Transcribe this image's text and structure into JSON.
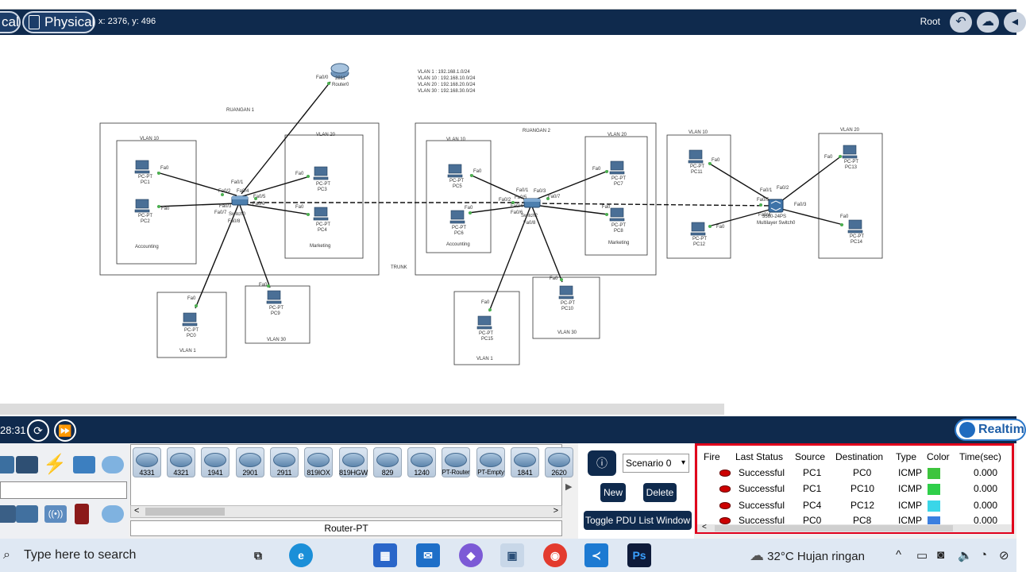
{
  "topbar": {
    "logical_tab": "cal",
    "physical_tab": "Physical",
    "coords": "x: 2376, y: 496",
    "root": "Root"
  },
  "network": {
    "vlan_note": [
      "VLAN 1 : 192.168.1.0/24",
      "VLAN 10 : 192.168.10.0/24",
      "VLAN 20 : 192.168.20.0/24",
      "VLAN 30 : 192.168.30.0/24"
    ],
    "rooms": [
      "RUANGAN 1",
      "RUANGAN 2"
    ],
    "trunk": "TRUNK",
    "router": {
      "name": "2811",
      "sub": "Router0",
      "port": "Fa0/0"
    },
    "labels": {
      "vlan10": "VLAN 10",
      "vlan20": "VLAN 20",
      "vlan1": "VLAN 1",
      "vlan30": "VLAN 30",
      "accounting": "Accounting",
      "marketing": "Marketing",
      "pcpt": "PC-PT",
      "fa0": "Fa0",
      "switch0": "Switch0",
      "switch2": "Switch2",
      "msw_type": "3560-24PS",
      "msw_name": "Multilayer Switch0"
    },
    "pcs": {
      "pc1": "PC1",
      "pc2": "PC2",
      "pc3": "PC3",
      "pc4": "PC4",
      "pc0": "PC0",
      "pc9": "PC9",
      "pc5": "PC5",
      "pc6": "PC6",
      "pc7": "PC7",
      "pc8": "PC8",
      "pc10": "PC10",
      "pc11": "PC11",
      "pc12": "PC12",
      "pc13": "PC13",
      "pc14": "PC14",
      "pc15": "PC15"
    },
    "ports": {
      "s0": [
        "Fa0/2",
        "Fa0/3",
        "Fa0/4",
        "Fa0/5",
        "Fa0/6",
        "Fa0/7",
        "Fa0/8",
        "Fa0/1"
      ],
      "s2": [
        "Fa0/1",
        "Fa0/2",
        "Fa0/3",
        "Fa0/5",
        "Fa0/6",
        "Fa0/7",
        "Fa0/8",
        "Fa0/4"
      ],
      "msw": [
        "Fa0/1",
        "Fa0/2",
        "Fa0/3",
        "Fa0/4",
        "Fa0/5"
      ]
    }
  },
  "timebar": {
    "time": "28:31",
    "realtime": "Realtim"
  },
  "devices": {
    "models": [
      "4331",
      "4321",
      "1941",
      "2901",
      "2911",
      "819IOX",
      "819HGW",
      "829",
      "1240",
      "PT-Router",
      "PT-Empty",
      "1841",
      "2620"
    ],
    "selected": "Router-PT"
  },
  "scenario": {
    "selected": "Scenario 0",
    "new": "New",
    "delete": "Delete",
    "toggle": "Toggle PDU List Window"
  },
  "pdu": {
    "headers": [
      "Fire",
      "Last Status",
      "Source",
      "Destination",
      "Type",
      "Color",
      "Time(sec)"
    ],
    "rows": [
      {
        "status": "Successful",
        "source": "PC1",
        "dest": "PC0",
        "type": "ICMP",
        "color": "#3dc43d",
        "time": "0.000"
      },
      {
        "status": "Successful",
        "source": "PC1",
        "dest": "PC10",
        "type": "ICMP",
        "color": "#2fcf4a",
        "time": "0.000"
      },
      {
        "status": "Successful",
        "source": "PC4",
        "dest": "PC12",
        "type": "ICMP",
        "color": "#3ad6e8",
        "time": "0.000"
      },
      {
        "status": "Successful",
        "source": "PC0",
        "dest": "PC8",
        "type": "ICMP",
        "color": "#3b7fe0",
        "time": "0.000"
      }
    ]
  },
  "taskbar": {
    "search": "Type here to search",
    "weather": "32°C  Hujan ringan"
  }
}
